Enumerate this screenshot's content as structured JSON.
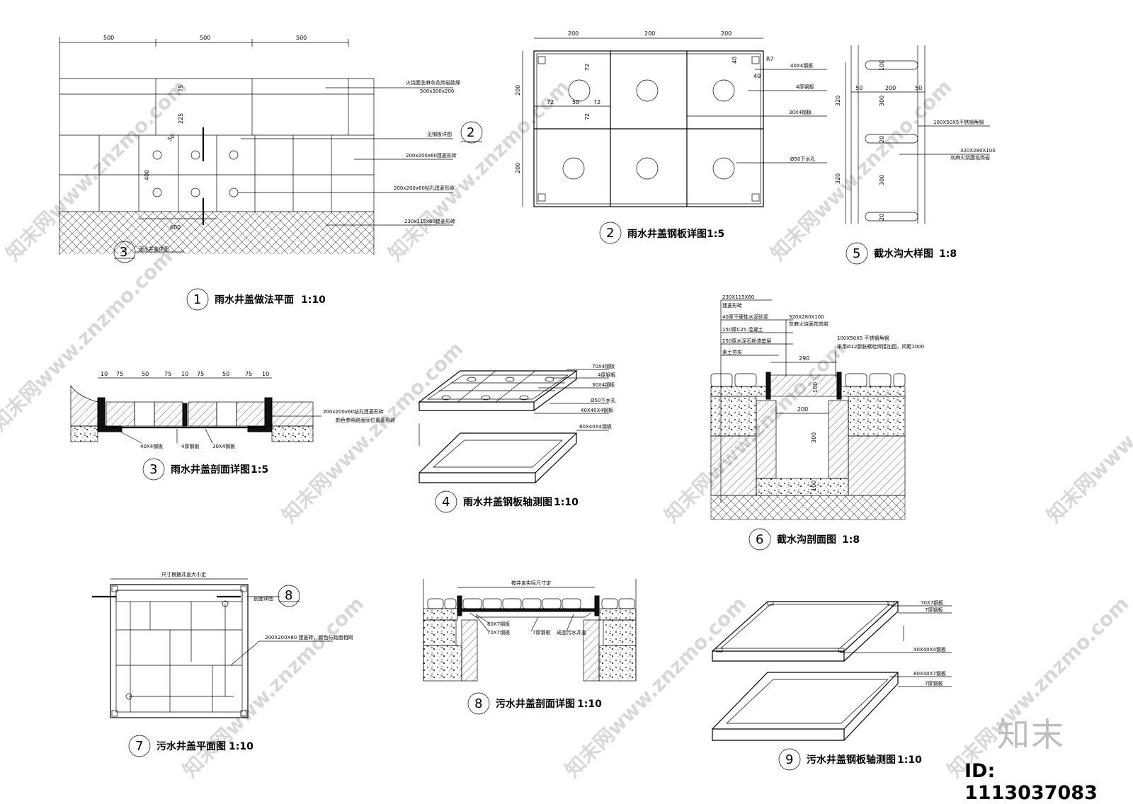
{
  "drawings": [
    {
      "id": "1",
      "title": "雨水井盖做法平面",
      "scale": "1:10",
      "dims": [
        "500",
        "500",
        "500",
        "75",
        "225",
        "400",
        "600",
        "50"
      ],
      "notes": [
        "火烧面芝麻灰花岗岩路缘",
        "500x300x200",
        "见钢板详图",
        "200x200x60建菱形砖",
        "200x200x60钻孔建菱形砖",
        "230x115x60建菱形砖",
        "雨水井盖详图"
      ],
      "refs": [
        "2",
        "3"
      ]
    },
    {
      "id": "2",
      "title": "雨水井盖钢板详图",
      "scale": "1:5",
      "dims": [
        "200",
        "200",
        "200",
        "200",
        "200",
        "72",
        "72",
        "72",
        "50",
        "72",
        "40",
        "40",
        "R7"
      ],
      "notes": [
        "40X4钢板",
        "4厚钢板",
        "30X4钢板",
        "Ø50下水孔"
      ]
    },
    {
      "id": "3",
      "title": "雨水井盖剖面详图",
      "scale": "1:5",
      "dims": [
        "10",
        "75",
        "50",
        "75",
        "10",
        "75",
        "50",
        "75",
        "10"
      ],
      "notes": [
        "200x200x60钻孔建菱形砖",
        "颜色参照路面同位置菱形砖",
        "40X4钢板",
        "4厚钢板",
        "30X4钢板"
      ]
    },
    {
      "id": "4",
      "title": "雨水井盖钢板轴测图",
      "scale": "1:10",
      "notes": [
        "70X4钢板",
        "4厚钢板",
        "30X4钢板",
        "Ø50下水孔",
        "40X40X4钢板",
        "80X40X4钢板"
      ]
    },
    {
      "id": "5",
      "title": "截水沟大样图",
      "scale": "1:8",
      "dims": [
        "100",
        "50",
        "200",
        "50",
        "320",
        "300",
        "20",
        "320",
        "300",
        "20"
      ],
      "notes": [
        "100X50X5不锈钢角钢",
        "320X280X100",
        "灰麻火烧面花岗岩"
      ]
    },
    {
      "id": "6",
      "title": "截水沟剖面图",
      "scale": "1:8",
      "dims": [
        "290",
        "200",
        "100",
        "300",
        "100"
      ],
      "notes": [
        "230X115X60",
        "建菱形砖",
        "40厚干硬性水泥砂浆",
        "150厚C25  混凝土",
        "250厚水泥石粉渣垫层",
        "素土夯实",
        "320X280X100",
        "灰麻火烧面花岗岩",
        "100X50X5 不锈钢角钢",
        "采用Ø12膨胀螺栓焊接加固，间距1000"
      ]
    },
    {
      "id": "7",
      "title": "污水井盖平面图",
      "scale": "1:10",
      "notes": [
        "尺寸根据井盖大小定",
        "剖面详图",
        "200X200X60 建菱砖，颜色与路面相同"
      ],
      "refs": [
        "8"
      ]
    },
    {
      "id": "8",
      "title": "污水井盖剖面详图",
      "scale": "1:10",
      "notes": [
        "按井盖实际尺寸定",
        "80X7钢板",
        "70X7钢板",
        "7厚钢板",
        "成品污水井盖"
      ]
    },
    {
      "id": "9",
      "title": "污水井盖钢板轴测图",
      "scale": "1:10",
      "notes": [
        "70X7钢板",
        "7厚钢板",
        "40X40X4钢板",
        "80X40X7钢板",
        "7厚钢板"
      ]
    }
  ],
  "watermark": "知末网www.znzmo.com",
  "brand": "知末",
  "id_label": "ID: 1113037083"
}
